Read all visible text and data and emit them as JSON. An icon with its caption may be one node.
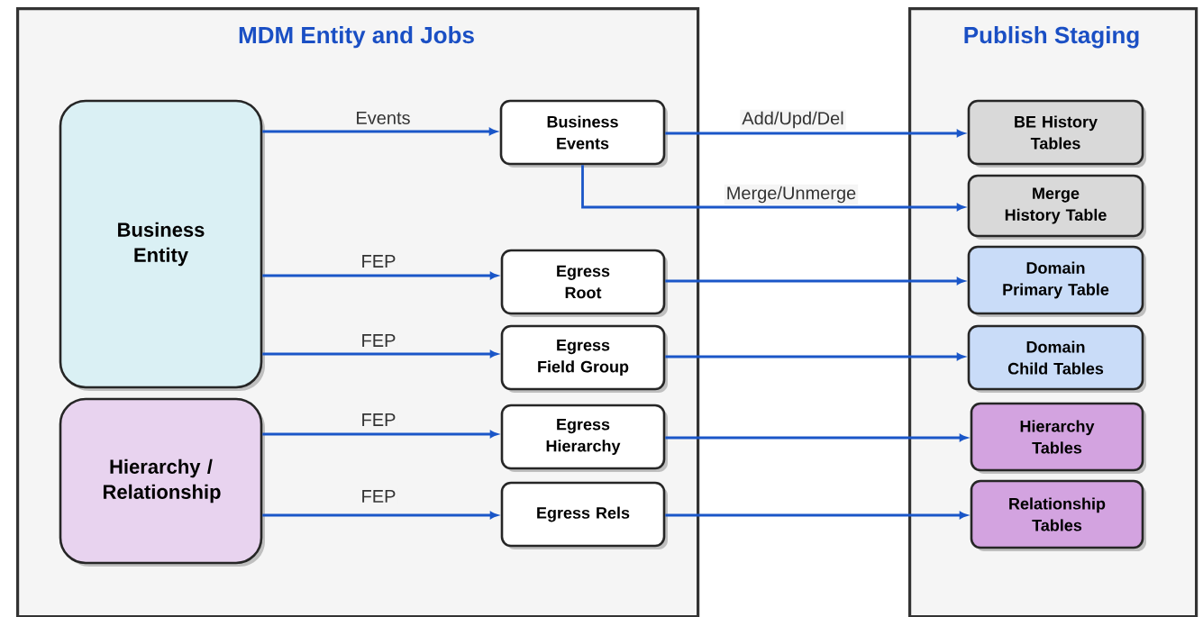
{
  "diagram": {
    "nodes": [
      {
        "text": [
          "MDM Entity and Jobs"
        ]
      },
      {
        "text": [
          "Publish Staging"
        ]
      },
      {
        "text": [
          "Business Entity"
        ],
        "in": 0
      },
      {
        "text": [
          "Hierarchy / Relationship"
        ],
        "in": 0
      },
      {
        "text": [
          "Business Events"
        ],
        "in": 0
      },
      {
        "text": [
          "Egress Root"
        ],
        "in": 0
      },
      {
        "text": [
          "Egress Field Group"
        ],
        "in": 0
      },
      {
        "text": [
          "Egress Hierarchy"
        ],
        "in": 0
      },
      {
        "text": [
          "Egress Rels"
        ],
        "in": 0
      },
      {
        "text": [
          "BE History Tables"
        ],
        "in": 1
      },
      {
        "text": [
          "Merge History Table"
        ],
        "in": 1
      },
      {
        "text": [
          "Domain Primary Table"
        ],
        "in": 1
      },
      {
        "text": [
          "Domain Child Tables"
        ],
        "in": 1
      },
      {
        "text": [
          "Hierarchy Tables"
        ],
        "in": 1
      },
      {
        "text": [
          "Relationship Tables"
        ],
        "in": 1
      }
    ],
    "edges": [
      {
        "from": 2,
        "to": 4,
        "arrow": "to",
        "label": "Events"
      },
      {
        "from": 4,
        "to": 9,
        "arrow": "to",
        "label": "Add/Upd/Del"
      },
      {
        "from": 4,
        "to": 10,
        "arrow": "to",
        "label": "Merge/Unmerge"
      },
      {
        "from": 2,
        "to": 5,
        "arrow": "to",
        "label": "FEP"
      },
      {
        "from": 2,
        "to": 6,
        "arrow": "to",
        "label": "FEP"
      },
      {
        "from": 3,
        "to": 7,
        "arrow": "to",
        "label": "FEP"
      },
      {
        "from": 3,
        "to": 8,
        "arrow": "to",
        "label": "FEP"
      },
      {
        "from": 5,
        "to": 11,
        "arrow": "to"
      },
      {
        "from": 6,
        "to": 12,
        "arrow": "to"
      },
      {
        "from": 7,
        "to": 13,
        "arrow": "to"
      },
      {
        "from": 8,
        "to": 14,
        "arrow": "to"
      }
    ]
  }
}
